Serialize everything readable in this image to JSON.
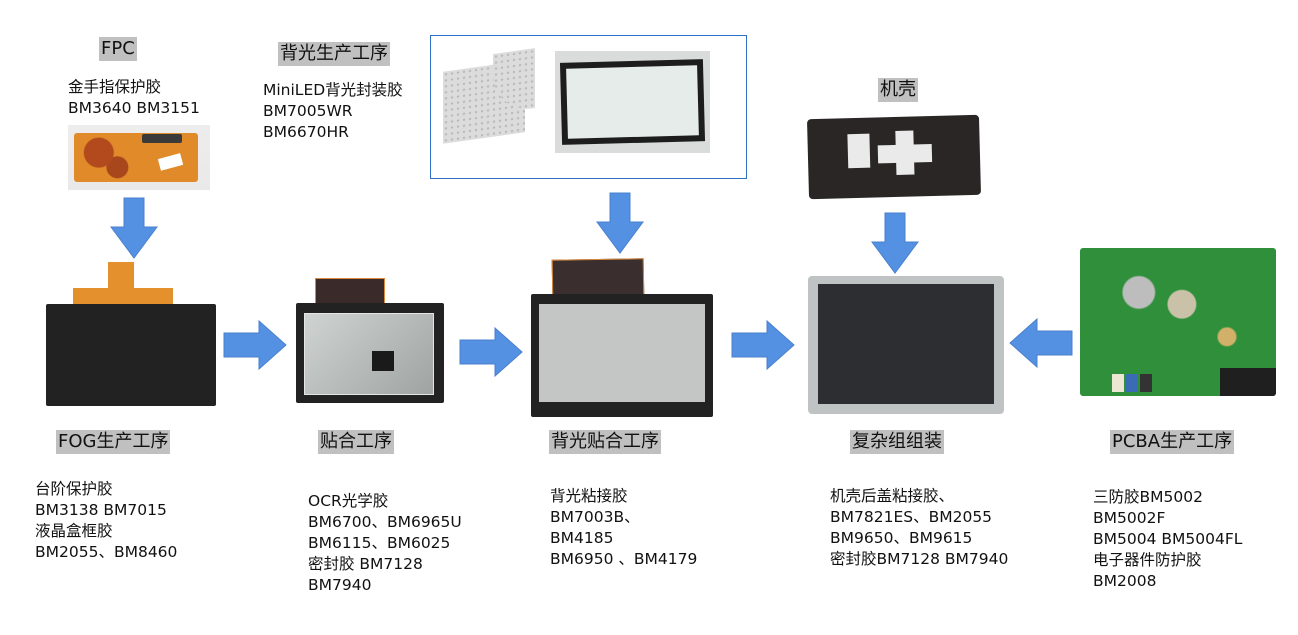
{
  "diagram": {
    "type": "process-flow",
    "arrow_color": "#5591e3",
    "label_background": "#c0c0c0",
    "inputs": {
      "fpc": {
        "title": "FPC",
        "materials": [
          "金手指保护胶",
          "BM3640 BM3151"
        ]
      },
      "backlight": {
        "title": "背光生产工序",
        "materials": [
          "MiniLED背光封装胶",
          "BM7005WR",
          "BM6670HR"
        ]
      },
      "housing": {
        "title": "机壳"
      }
    },
    "stages": [
      {
        "title": "FOG生产工序",
        "materials": [
          "台阶保护胶",
          "BM3138 BM7015",
          "液晶盒框胶",
          "BM2055、BM8460"
        ]
      },
      {
        "title": "贴合工序",
        "materials": [
          "OCR光学胶",
          "BM6700、BM6965U",
          "BM6115、BM6025",
          "密封胶 BM7128",
          "BM7940"
        ]
      },
      {
        "title": "背光贴合工序",
        "materials": [
          "背光粘接胶",
          "BM7003B、",
          "BM4185",
          "BM6950 、BM4179"
        ]
      },
      {
        "title": "复杂组组装",
        "materials": [
          "机壳后盖粘接胶、",
          "BM7821ES、BM2055",
          "BM9650、BM9615",
          "密封胶BM7128 BM7940"
        ]
      },
      {
        "title": "PCBA生产工序",
        "materials": [
          "三防胶BM5002",
          "BM5002F",
          "BM5004  BM5004FL",
          "电子器件防护胶",
          "BM2008"
        ]
      }
    ]
  }
}
